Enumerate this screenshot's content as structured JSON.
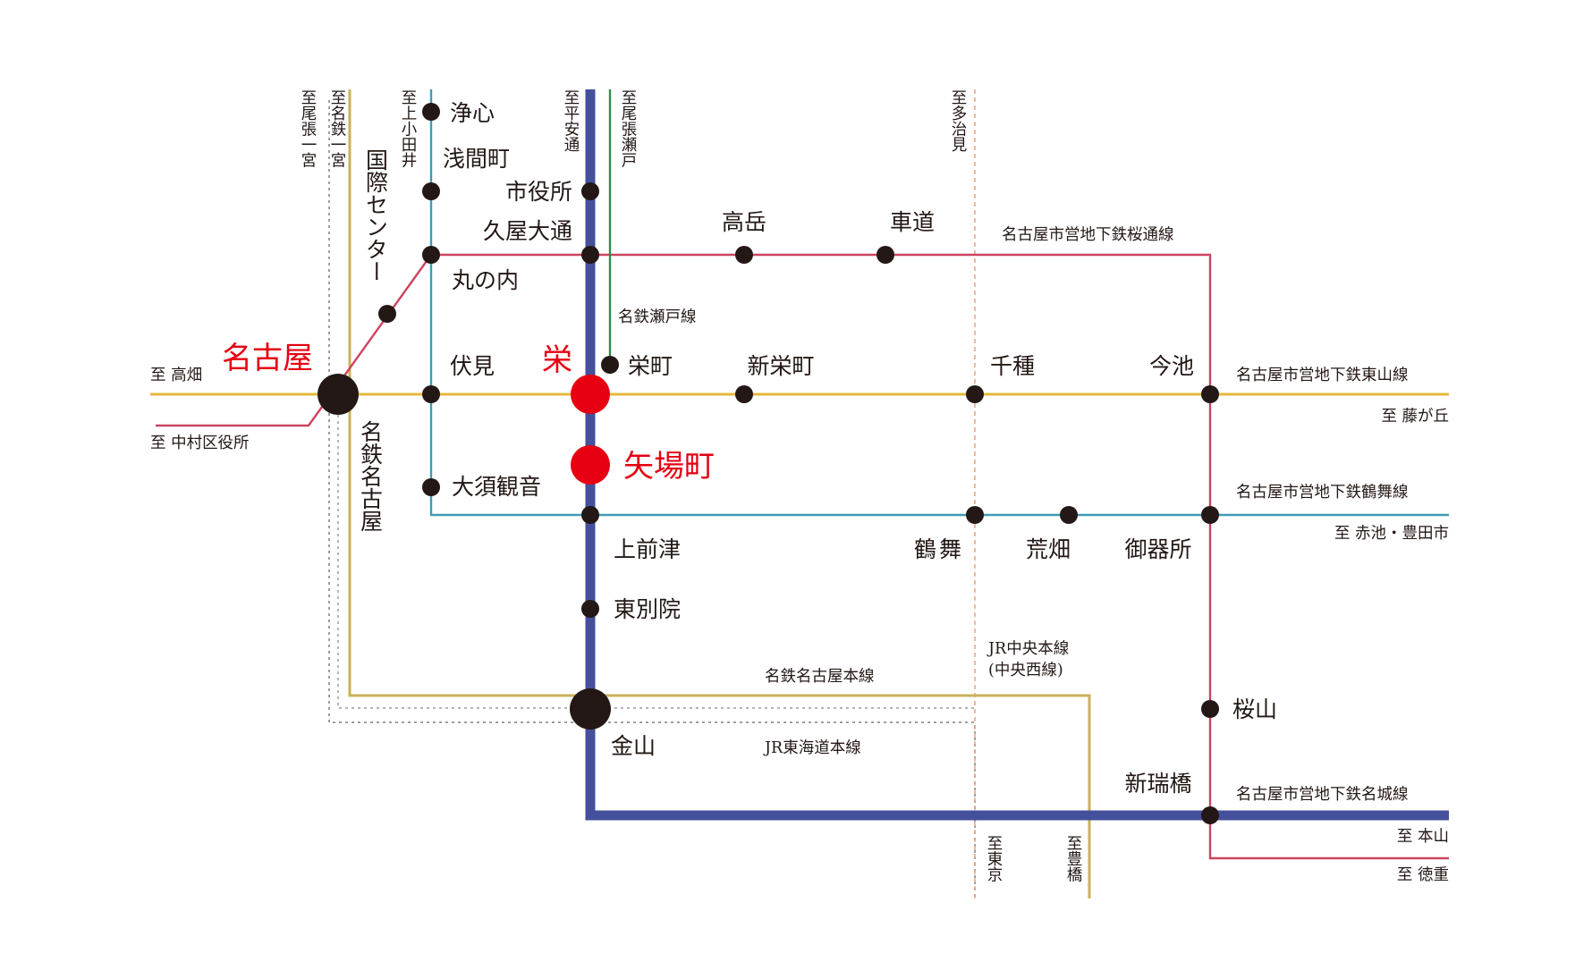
{
  "colors": {
    "higashiyama": "#e5b83a",
    "meijo": "#45509c",
    "sakuradori": "#cc4461",
    "tsurumai": "#3e9cb4",
    "kamiiida": "#3e9cb4",
    "meitetsu_seto": "#2f8f4e",
    "meitetsu_nagoya_honsen": "#c9b25a",
    "jr_chuo": "#c9b25a",
    "jr_tokaido": "#9e9e9e",
    "meitetsu_inuyama": "#b5b5b5",
    "kintetsu_like": "#e8a98a",
    "station": "#231815",
    "highlight": "#e60012"
  },
  "stations": {
    "josin": "浄心",
    "sengencho": "浅間町",
    "shiyakusho": "市役所",
    "hisaya_odori": "久屋大通",
    "marunouchi": "丸の内",
    "takaoka": "高岳",
    "kurumamichi": "車道",
    "kokusai_center": "国際センター",
    "nagoya": "名古屋",
    "fushimi": "伏見",
    "sakae": "栄",
    "sakaemachi": "栄町",
    "shin_sakaemachi": "新栄町",
    "chikusa": "千種",
    "imaike": "今池",
    "meitetsu_nagoya": "名鉄名古屋",
    "yabacho": "矢場町",
    "osu_kannon": "大須観音",
    "kamimaezu": "上前津",
    "tsurumai": "鶴舞",
    "arahata": "荒畑",
    "gokiso": "御器所",
    "higashi_betsuin": "東別院",
    "kanayama": "金山",
    "sakurayama": "桜山",
    "shin_mizuho_bashi": "新瑞橋"
  },
  "lines": {
    "sakuradori": "名古屋市営地下鉄桜通線",
    "higashiyama": "名古屋市営地下鉄東山線",
    "tsurumai": "名古屋市営地下鉄鶴舞線",
    "meijo": "名古屋市営地下鉄名城線",
    "meitetsu_seto": "名鉄瀬戸線",
    "meitetsu_nagoya_honsen": "名鉄名古屋本線",
    "jr_tokaido": "JR東海道本線",
    "jr_chuo_1": "JR中央本線",
    "jr_chuo_2": "(中央西線)"
  },
  "directions": {
    "takabata": "至 高畑",
    "nakamura_kuyakusho": "至 中村区役所",
    "fujigaoka": "至 藤が丘",
    "akaike_toyotashi": "至 赤池・豊田市",
    "motoyama": "至 本山",
    "tokushige": "至 徳重",
    "owari_ichinomiya": "至尾張一宮",
    "meitetsu_ichinomiya": "至名鉄一宮",
    "kami_otai": "至上小田井",
    "heian_dori": "至平安通",
    "owari_seto": "至尾張瀬戸",
    "tajimi": "至多治見",
    "tokyo": "至東京",
    "toyohashi": "至豊橋"
  }
}
